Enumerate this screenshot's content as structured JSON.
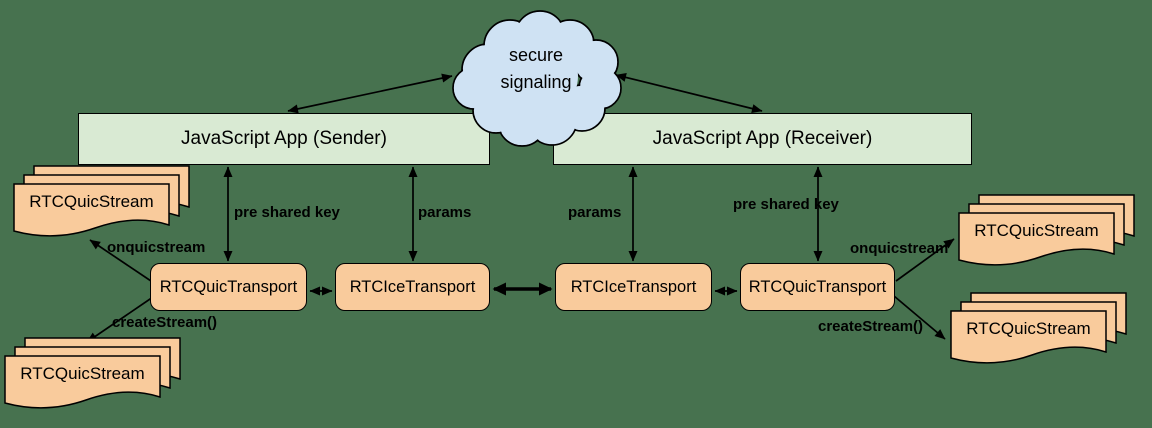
{
  "colors": {
    "background": "#47724F",
    "app_fill": "#D9EAD3",
    "transport_fill": "#F9CB9C",
    "cloud_fill": "#CFE2F3",
    "line": "#000000"
  },
  "cloud": {
    "line1": "secure",
    "line2": "signaling"
  },
  "apps": {
    "sender": {
      "label": "JavaScript App (Sender)"
    },
    "receiver": {
      "label": "JavaScript App (Receiver)"
    }
  },
  "transports": {
    "sender_quic": {
      "label": "RTCQuicTransport"
    },
    "sender_ice": {
      "label": "RTCIceTransport"
    },
    "receiver_ice": {
      "label": "RTCIceTransport"
    },
    "receiver_quic": {
      "label": "RTCQuicTransport"
    }
  },
  "streams": {
    "sender_incoming": {
      "label": "RTCQuicStream"
    },
    "sender_created": {
      "label": "RTCQuicStream"
    },
    "receiver_incoming": {
      "label": "RTCQuicStream"
    },
    "receiver_created": {
      "label": "RTCQuicStream"
    }
  },
  "edge_labels": {
    "sender_pre_shared_key": "pre shared key",
    "sender_params": "params",
    "receiver_params": "params",
    "receiver_pre_shared_key": "pre shared key",
    "sender_onquicstream": "onquicstream",
    "sender_createstream": "createStream()",
    "receiver_onquicstream": "onquicstream",
    "receiver_createstream": "createStream()"
  }
}
